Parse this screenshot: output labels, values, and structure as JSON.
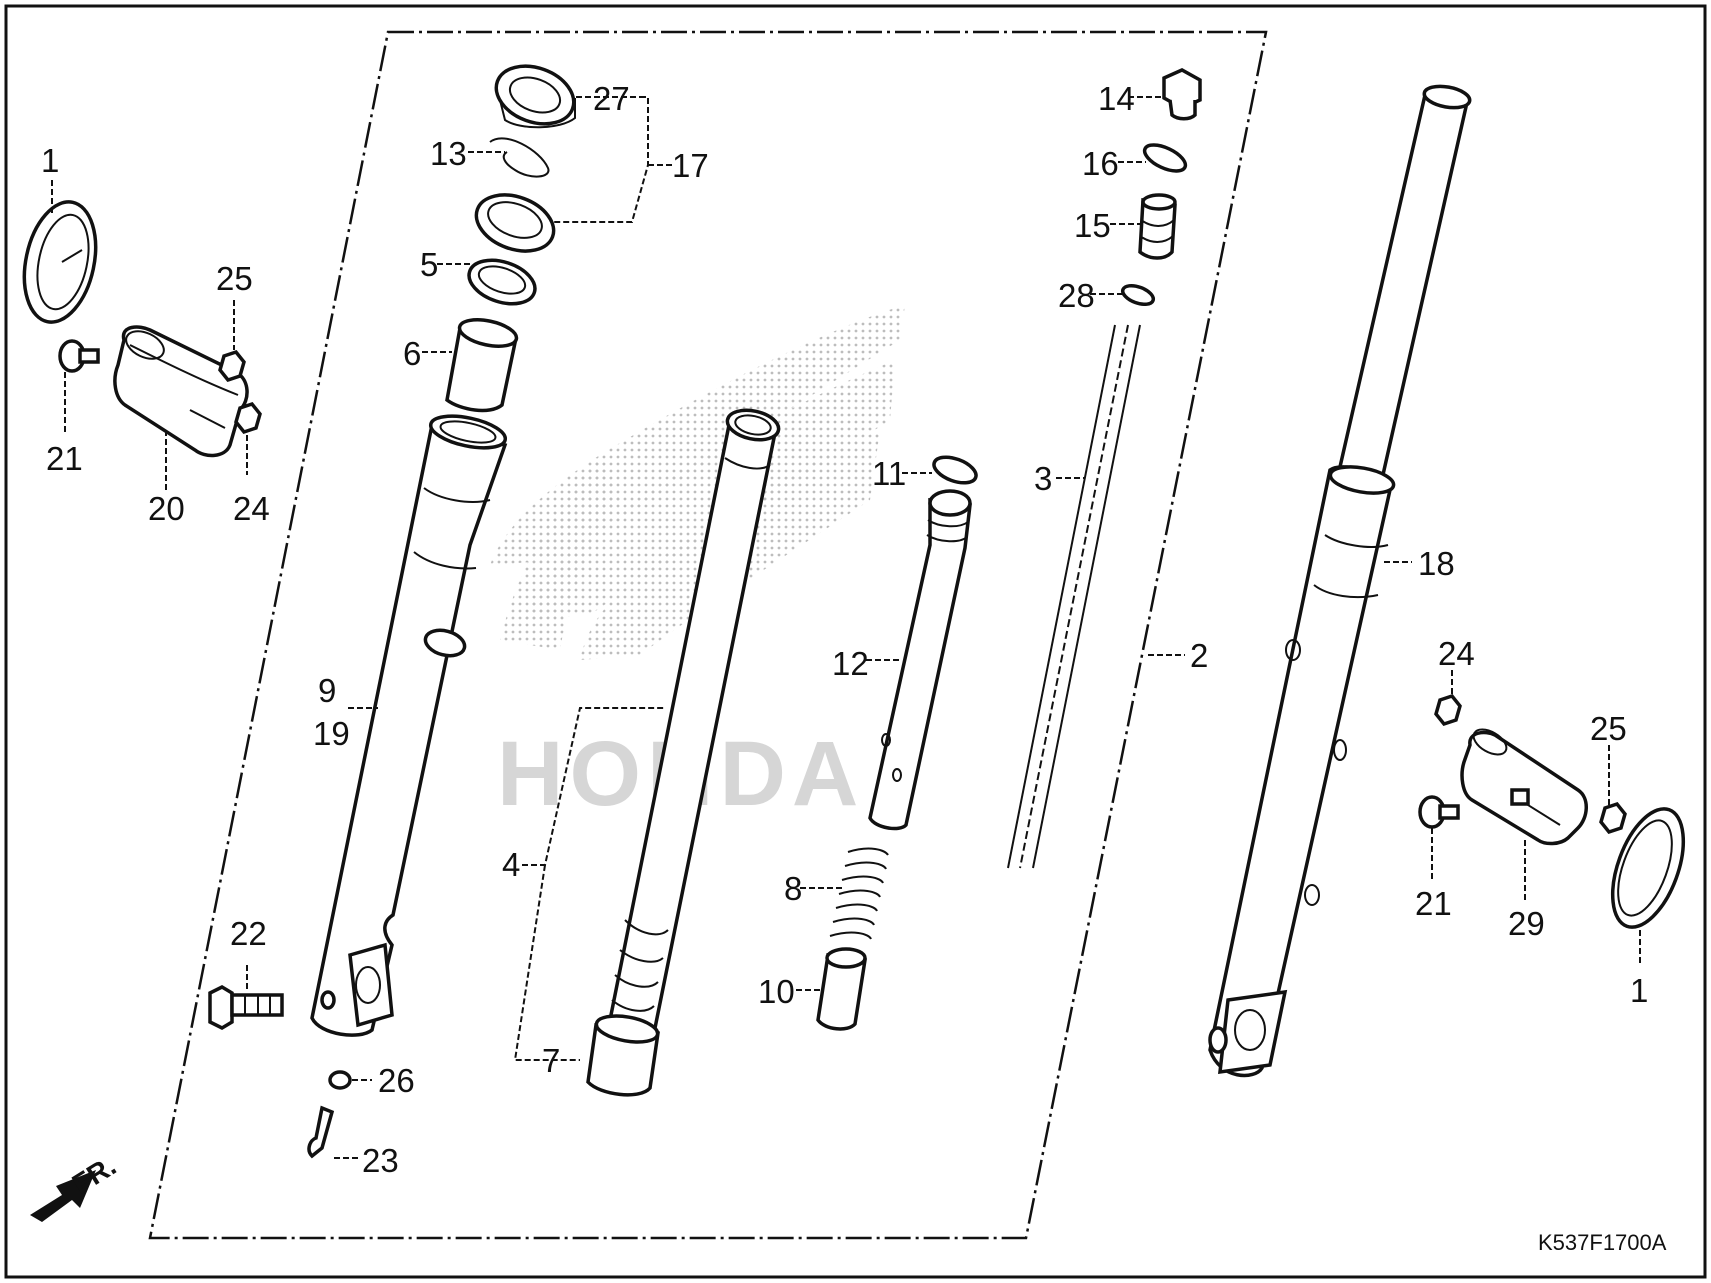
{
  "diagram": {
    "drawing_code": "K537F1700A",
    "direction_marker": "FR.",
    "brand_watermark": "HONDA",
    "part_labels": {
      "p1_left": "1",
      "p1_right": "1",
      "p2": "2",
      "p3": "3",
      "p4": "4",
      "p5": "5",
      "p6": "6",
      "p7": "7",
      "p8": "8",
      "p9": "9",
      "p10": "10",
      "p11": "11",
      "p12": "12",
      "p13": "13",
      "p14": "14",
      "p15": "15",
      "p16": "16",
      "p17": "17",
      "p18": "18",
      "p19": "19",
      "p20": "20",
      "p21_left": "21",
      "p21_right": "21",
      "p22": "22",
      "p23": "23",
      "p24_left": "24",
      "p24_right": "24",
      "p25_left": "25",
      "p25_right": "25",
      "p26": "26",
      "p27": "27",
      "p28": "28",
      "p29": "29"
    }
  }
}
